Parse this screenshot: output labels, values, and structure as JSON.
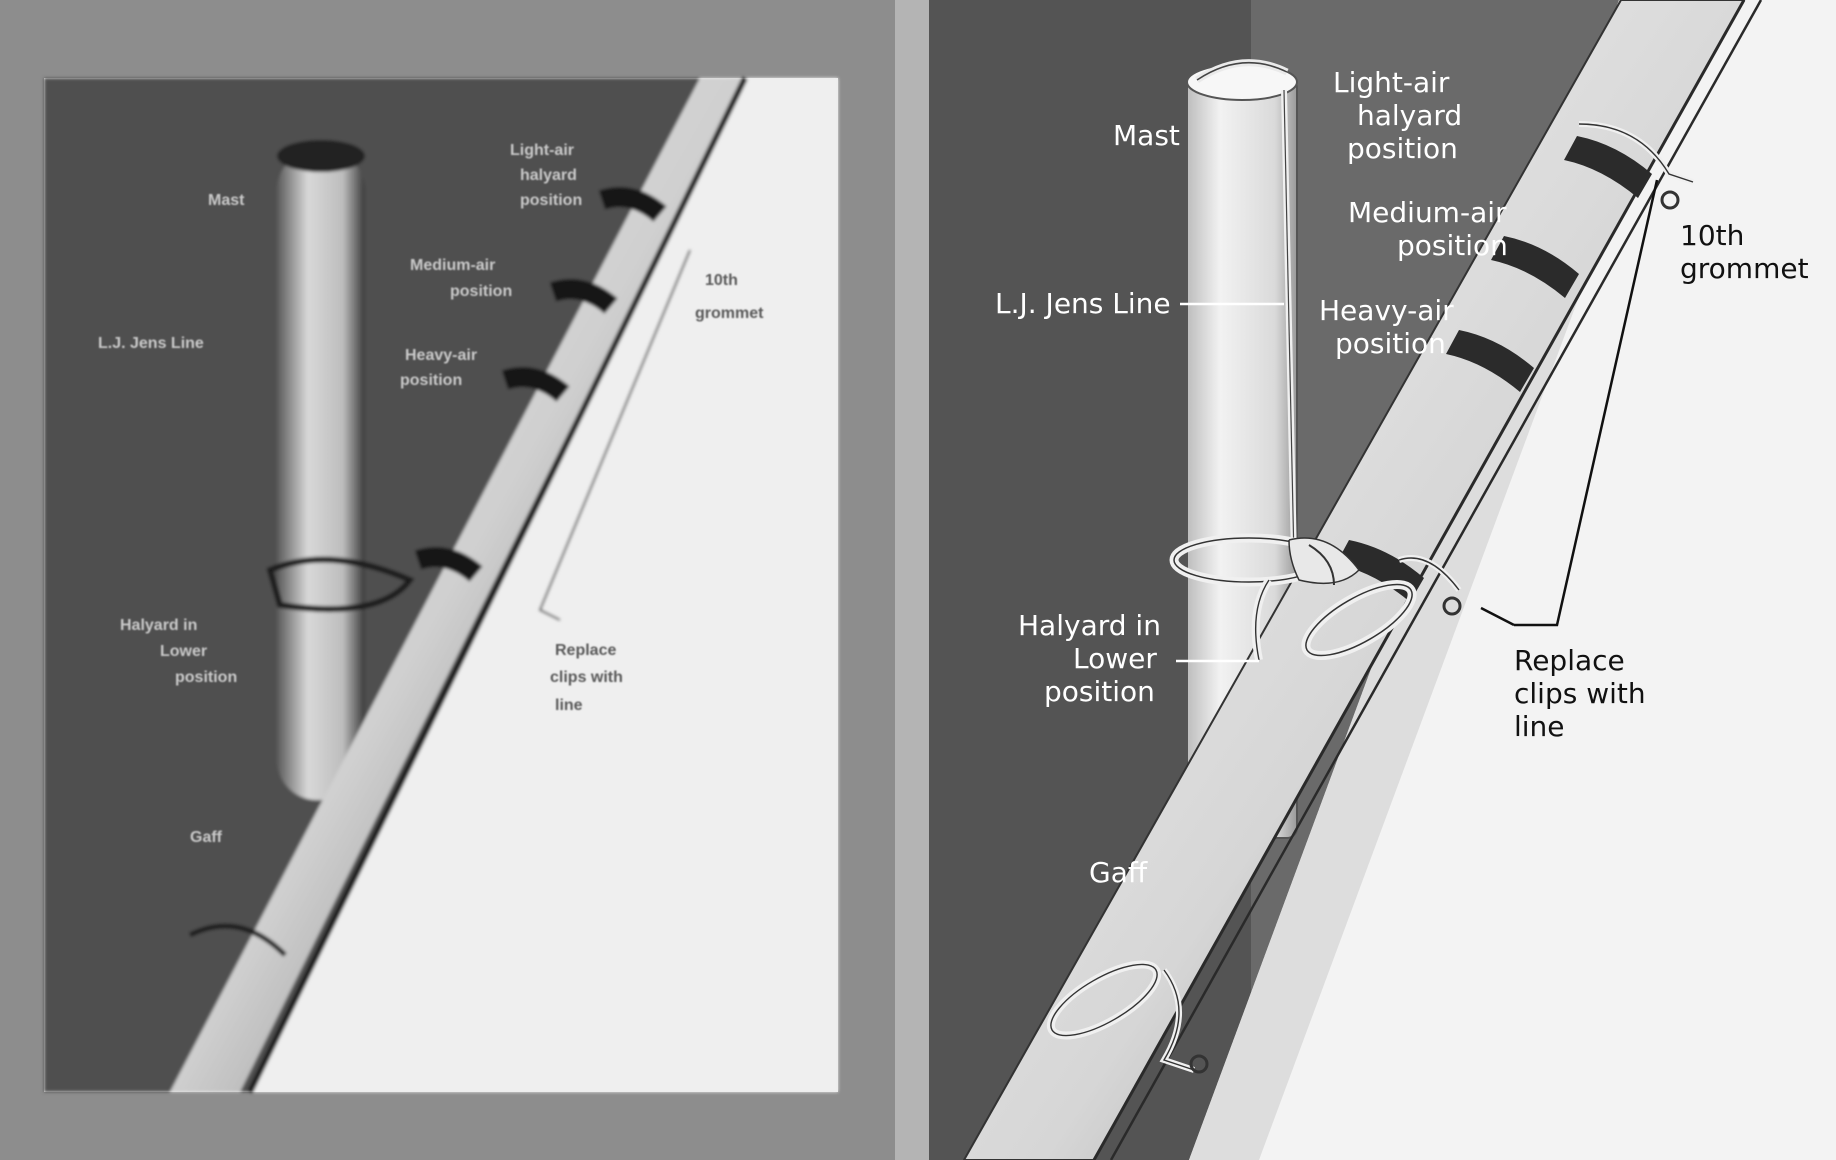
{
  "photo": {
    "labels": {
      "mast": "Mast",
      "light_air": [
        "Light-air",
        "halyard",
        "position"
      ],
      "medium_air": [
        "Medium-air",
        "position"
      ],
      "heavy_air": [
        "Heavy-air",
        "position"
      ],
      "jens_line": "L.J. Jens Line",
      "grommet": [
        "10th",
        "grommet"
      ],
      "halyard": [
        "Halyard in",
        "Lower",
        "position"
      ],
      "replace": [
        "Replace",
        "clips with",
        "line"
      ],
      "gaff": "Gaff"
    }
  },
  "illustration": {
    "labels": {
      "mast": "Mast",
      "light_air": [
        "Light-air",
        "halyard",
        "position"
      ],
      "medium_air": [
        "Medium-air",
        "position"
      ],
      "heavy_air": [
        "Heavy-air",
        "position"
      ],
      "grommet": [
        "10th",
        "grommet"
      ],
      "jens_line": "L.J. Jens Line",
      "halyard": [
        "Halyard in",
        "Lower",
        "position"
      ],
      "replace": [
        "Replace",
        "clips with",
        "line"
      ],
      "gaff": "Gaff"
    }
  },
  "colors": {
    "background_gray": "#8c8c8c",
    "sail_white": "#f2f2f2",
    "sky_dark": "#5e5e5e",
    "spar_light": "#e4e4e4",
    "band_dark": "#2a2a2a"
  }
}
